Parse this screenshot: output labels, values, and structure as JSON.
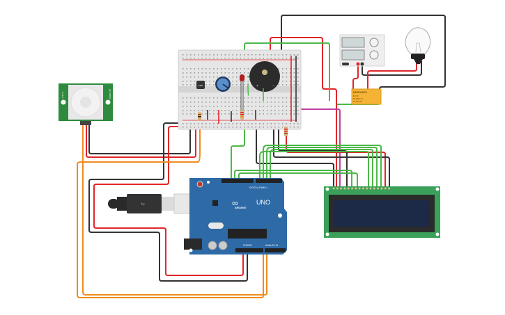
{
  "canvas": {
    "background": "#ffffff"
  },
  "components": {
    "pir_sensor": {
      "name": "PIR Motion Sensor",
      "labels_left": "D-OUT",
      "labels_right": "HC-SR501"
    },
    "breadboard": {
      "name": "Breadboard Small"
    },
    "temp_sensor": {
      "name": "Temperature Sensor",
      "label": "TMP"
    },
    "potentiometer": {
      "name": "Potentiometer"
    },
    "led": {
      "name": "Red LED"
    },
    "buzzer": {
      "name": "Piezo Buzzer",
      "plus": "+",
      "minus": "−"
    },
    "power_supply": {
      "name": "Power Supply"
    },
    "light_bulb": {
      "name": "Light Bulb"
    },
    "relay": {
      "name": "Relay",
      "model": "KS2E-M-DC5",
      "line1": "DC 5V",
      "line2": "5A 125V AC",
      "line3": "2A 30V DC"
    },
    "arduino": {
      "name": "Arduino Uno",
      "brand": "ARDUINO",
      "model": "UNO",
      "digital_label": "DIGITAL (PWM~)",
      "power_label": "POWER",
      "analog_label": "ANALOG IN",
      "on_label": "ON"
    },
    "lcd": {
      "name": "LCD 16x2"
    },
    "usb_cable": {
      "name": "USB Cable"
    }
  },
  "colors": {
    "wire_red": "#e0262a",
    "wire_black": "#333333",
    "wire_green": "#4cb848",
    "wire_orange": "#f08c1e",
    "wire_magenta": "#c040a0",
    "arduino_blue": "#2d6aa6",
    "pcb_green": "#2e8b3e",
    "lcd_screen": "#1c2a48",
    "relay_orange": "#f5b335"
  }
}
